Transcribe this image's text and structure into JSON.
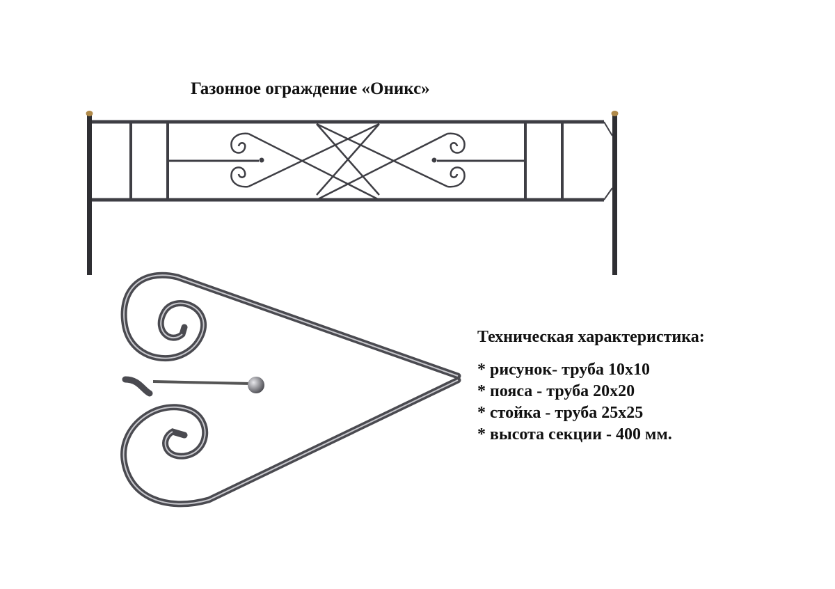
{
  "title": "Газонное ограждение «Оникс»",
  "specs": {
    "heading": "Техническая характеристика:",
    "items": [
      "* рисунок- труба 10х10",
      "* пояса - труба 20х20",
      "* стойка - труба 25х25",
      "* высота секции - 400 мм."
    ]
  },
  "colors": {
    "metal": "#3a3a3e",
    "cap": "#b08a4a"
  }
}
